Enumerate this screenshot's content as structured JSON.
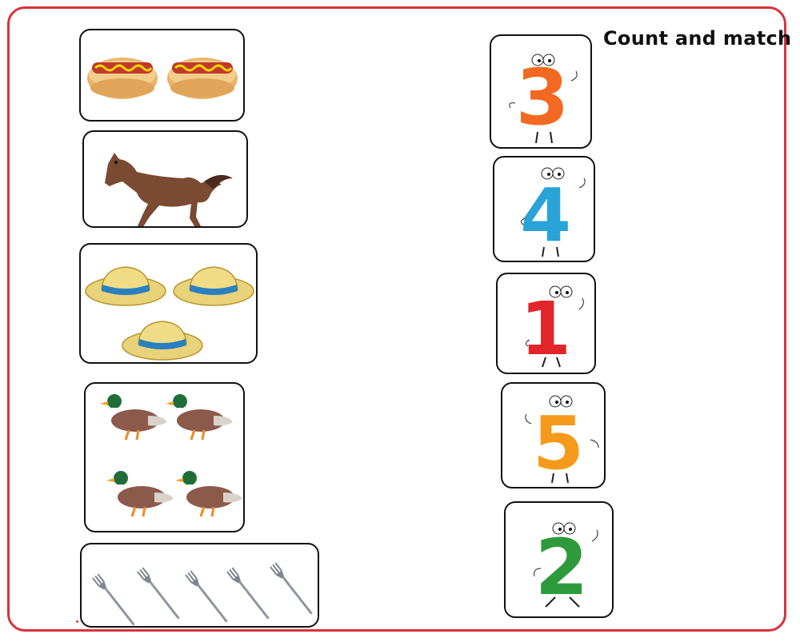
{
  "worksheet": {
    "title": "Count and match",
    "border_color": "#d9323a"
  },
  "picture_cards": [
    {
      "name": "hot-dogs",
      "icon": "hot-dog-icon",
      "count": 2
    },
    {
      "name": "horse",
      "icon": "horse-icon",
      "count": 1
    },
    {
      "name": "hats",
      "icon": "straw-hat-icon",
      "count": 3
    },
    {
      "name": "ducks",
      "icon": "duck-icon",
      "count": 4
    },
    {
      "name": "forks",
      "icon": "fork-icon",
      "count": 5
    }
  ],
  "number_cards": [
    {
      "number": "3",
      "color": "#f26a21"
    },
    {
      "number": "4",
      "color": "#2aa3d8"
    },
    {
      "number": "1",
      "color": "#e0262b"
    },
    {
      "number": "5",
      "color": "#f59a1b"
    },
    {
      "number": "2",
      "color": "#2f9a3b"
    }
  ]
}
